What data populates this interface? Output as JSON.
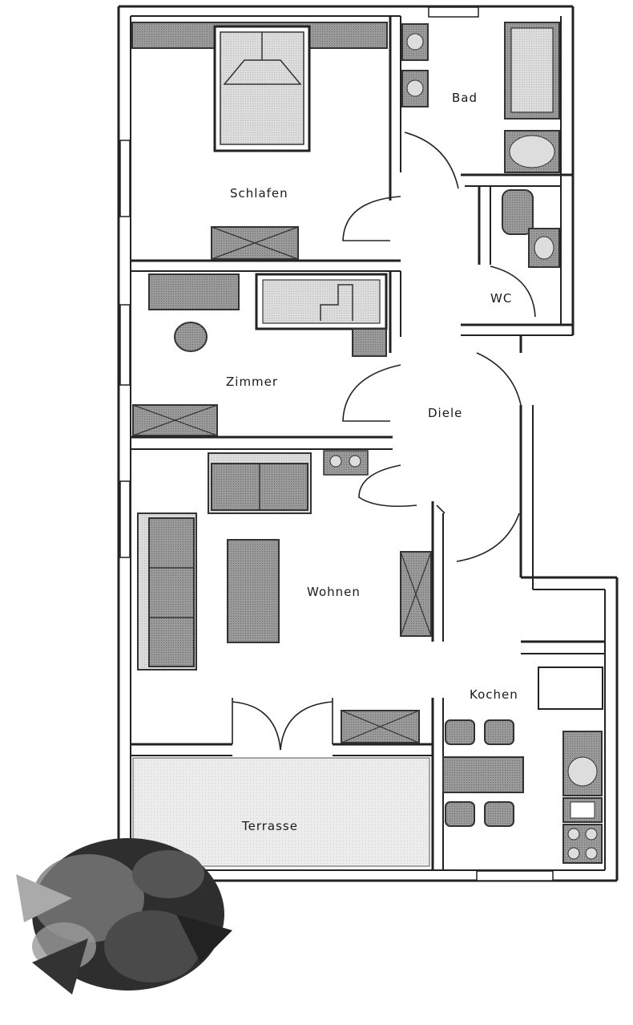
{
  "rooms": {
    "bad": "Bad",
    "schlafen": "Schlafen",
    "wc": "WC",
    "zimmer": "Zimmer",
    "diele": "Diele",
    "wohnen": "Wohnen",
    "kochen": "Kochen",
    "terrasse": "Terrasse"
  },
  "colors": {
    "wall": "#222222",
    "furniture": "#8a8a8a",
    "terrace": "#e6e6e6",
    "plant": "#3a3a3a"
  }
}
